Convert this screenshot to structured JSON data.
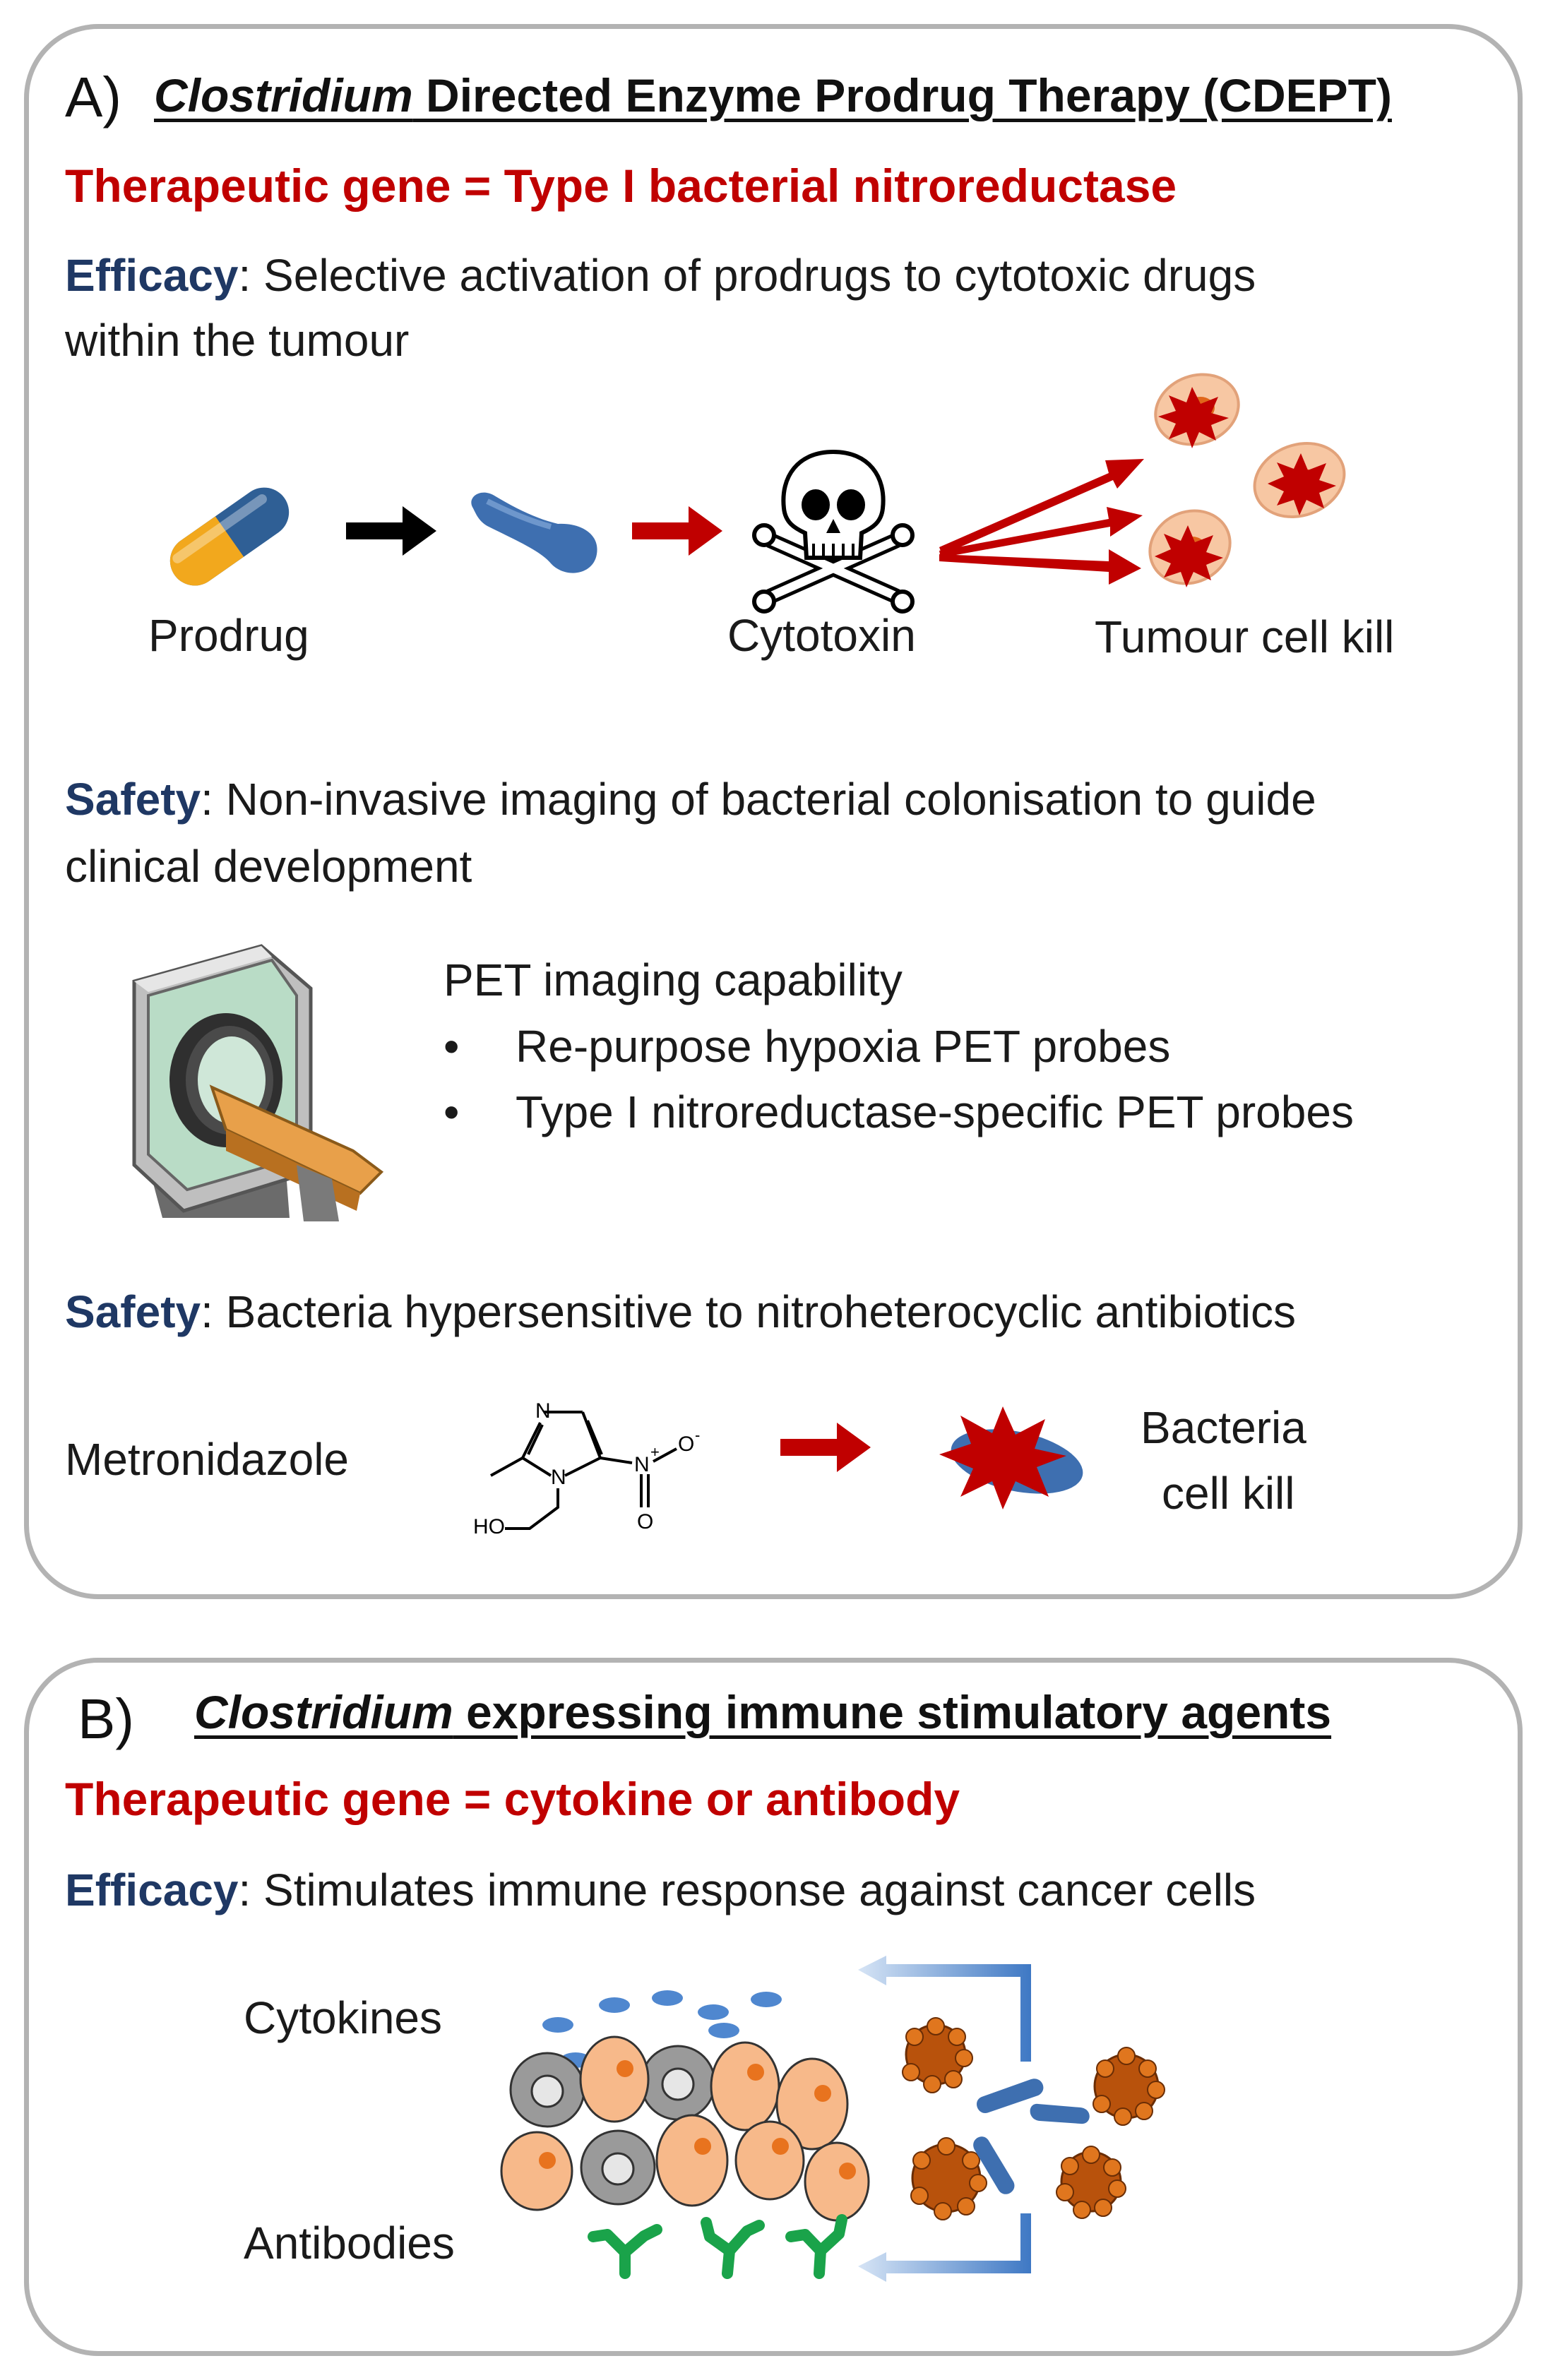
{
  "panel_a": {
    "letter": "A)",
    "title_italic": "Clostridium",
    "title_rest": " Directed Enzyme Prodrug Therapy (CDEPT)",
    "gene": "Therapeutic gene = Type I bacterial nitroreductase",
    "efficacy_label": "Efficacy",
    "efficacy_text_1": ": Selective activation of prodrugs to cytotoxic drugs",
    "efficacy_text_2": "within the tumour",
    "flow": {
      "prodrug": "Prodrug",
      "cytotoxin": "Cytotoxin",
      "tumour_kill": "Tumour cell kill"
    },
    "safety1_label": "Safety",
    "safety1_text_1": ": Non-invasive imaging of bacterial colonisation to guide",
    "safety1_text_2": "clinical development",
    "pet": {
      "heading": "PET imaging capability",
      "bullets": [
        "Re-purpose hypoxia PET probes",
        "Type I nitroreductase-specific PET probes"
      ]
    },
    "safety2_label": "Safety",
    "safety2_text": ": Bacteria hypersensitive to nitroheterocyclic antibiotics",
    "metronidazole": "Metronidazole",
    "chem": {
      "n_top": "N",
      "n_ring": "N",
      "n_nitro": "N",
      "plus": "+",
      "o_minus": "O",
      "minus": "-",
      "o_bottom": "O",
      "ho": "HO"
    },
    "bacteria_kill_1": "Bacteria",
    "bacteria_kill_2": "cell kill"
  },
  "panel_b": {
    "letter": "B)",
    "title_italic": "Clostridium",
    "title_rest": " expressing immune stimulatory agents",
    "gene": "Therapeutic gene = cytokine or antibody",
    "efficacy_label": "Efficacy",
    "efficacy_text": ": Stimulates immune response against cancer cells",
    "cytokines": "Cytokines",
    "antibodies": "Antibodies"
  },
  "colors": {
    "accent_red": "#c00000",
    "navy": "#1f3864",
    "tumour_cell": "#f7c7a3",
    "bacteria_blue": "#3e6fb0",
    "antibody_green": "#1aa34a",
    "immune_grey": "#8c8c8c",
    "tumour_mass_brown": "#b8520c"
  }
}
